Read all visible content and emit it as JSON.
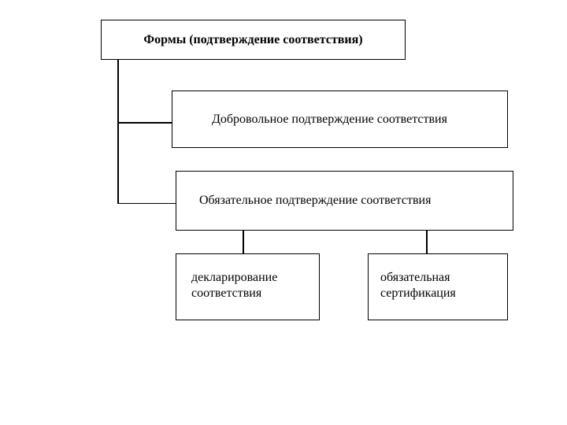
{
  "diagram": {
    "type": "org-chart",
    "language": "ru",
    "colors": {
      "background": "#ffffff",
      "border": "#000000",
      "line": "#000000",
      "text": "#000000"
    },
    "nodes": {
      "root": {
        "label": "Формы (подтверждение соответствия)",
        "bold": true
      },
      "voluntary": {
        "label": "Добровольное подтверждение соответствия"
      },
      "mandatory": {
        "label": "Обязательное подтверждение соответствия"
      },
      "declaration": {
        "label": "декларирование соответствия"
      },
      "certification": {
        "label": "обязательная сертификация"
      }
    },
    "edges": [
      {
        "from": "root",
        "to": "voluntary"
      },
      {
        "from": "root",
        "to": "mandatory"
      },
      {
        "from": "mandatory",
        "to": "declaration"
      },
      {
        "from": "mandatory",
        "to": "certification"
      }
    ]
  }
}
